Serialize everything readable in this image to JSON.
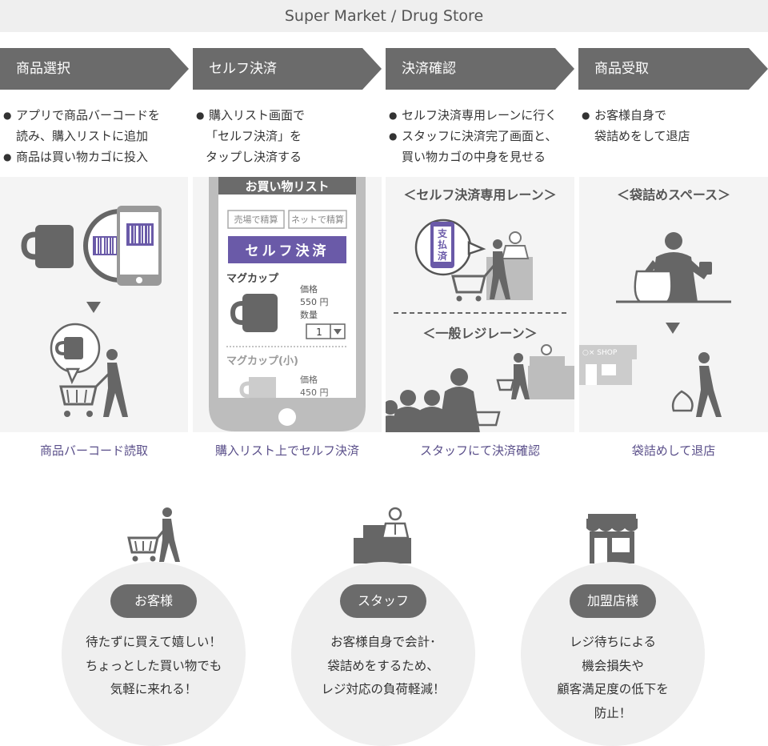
{
  "header": {
    "title": "Super Market / Drug Store"
  },
  "steps": [
    {
      "label": "商品選択",
      "desc": [
        [
          "アプリで商品バーコードを",
          "読み、購入リストに追加"
        ],
        [
          "商品は買い物カゴに投入"
        ]
      ],
      "caption": "商品バーコード読取"
    },
    {
      "label": "セルフ決済",
      "desc": [
        [
          "購入リスト画面で",
          "「セルフ決済」を",
          "タップし決済する"
        ]
      ],
      "caption": "購入リスト上でセルフ決済"
    },
    {
      "label": "決済確認",
      "desc": [
        [
          "セルフ決済専用レーンに行く"
        ],
        [
          "スタッフに決済完了画面と、",
          "買い物カゴの中身を見せる"
        ]
      ],
      "caption": "スタッフにて決済確認"
    },
    {
      "label": "商品受取",
      "desc": [
        [
          "お客様自身で",
          "袋詰めをして退店"
        ]
      ],
      "caption": "袋詰めして退店"
    }
  ],
  "phone": {
    "title": "お買い物リスト",
    "tab_store": "売場で精算",
    "tab_net": "ネットで精算",
    "pay_button": "セルフ決済",
    "item1_name": "マグカップ",
    "price_label": "価格",
    "item1_price": "550 円",
    "qty_label": "数量",
    "qty_value": "1",
    "item2_name": "マグカップ(小)",
    "item2_price": "450 円"
  },
  "lanes": {
    "self_lane": "＜セルフ決済専用レーン＞",
    "paid_badge": [
      "支",
      "払",
      "済"
    ],
    "general_lane": "＜一般レジレーン＞",
    "bagging_space": "＜袋詰めスペース＞",
    "shop_sign": "○× SHOP"
  },
  "benefits": [
    {
      "title": "お客様",
      "lines": [
        "待たずに買えて嬉しい！",
        "ちょっとした買い物でも",
        "気軽に来れる！"
      ]
    },
    {
      "title": "スタッフ",
      "lines": [
        "お客様自身で会計･",
        "袋詰めをするため、",
        "レジ対応の負荷軽減！"
      ]
    },
    {
      "title": "加盟店様",
      "lines": [
        "レジ待ちによる",
        "機会損失や",
        "顧客満足度の低下を",
        "防止！"
      ]
    }
  ],
  "colors": {
    "step_bg": "#6b6b6b",
    "accent": "#6a5aa8",
    "caption": "#5a4f8a",
    "icon": "#666666"
  }
}
